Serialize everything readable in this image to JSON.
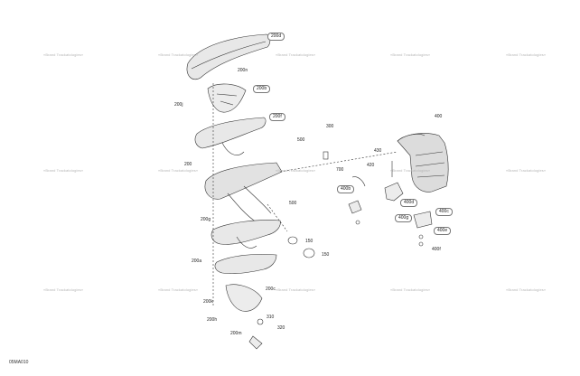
{
  "drawing_code": "05MA010",
  "watermark": "«Brand Trackatologies»",
  "callouts": {
    "p200d": "200d",
    "p200n": "200n",
    "p200b": "200b",
    "p200j": "200j",
    "p200f": "200f",
    "p200": "200",
    "p300": "300",
    "p500a": "500",
    "p700": "700",
    "p420": "420",
    "p430": "430",
    "p400": "400",
    "p400b": "400b",
    "p400d": "400d",
    "p400g": "400g",
    "p400c": "400c",
    "p400e": "400e",
    "p400f": "400f",
    "p500b": "500",
    "p200g": "200g",
    "p150a": "150",
    "p150b": "150",
    "p200a": "200a",
    "p200c": "200c",
    "p200k": "200k",
    "p200h": "200h",
    "p200m": "200m",
    "p310": "310",
    "p320": "320"
  }
}
